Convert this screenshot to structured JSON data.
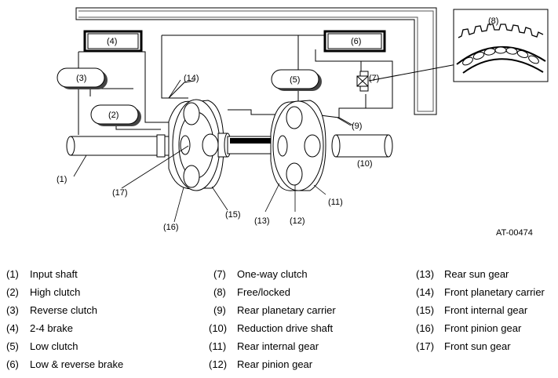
{
  "diagram": {
    "code": "AT-00474",
    "callouts": [
      "(1)",
      "(2)",
      "(3)",
      "(4)",
      "(5)",
      "(6)",
      "(7)",
      "(8)",
      "(9)",
      "(10)",
      "(11)",
      "(12)",
      "(13)",
      "(14)",
      "(15)",
      "(16)",
      "(17)"
    ]
  },
  "legend": [
    {
      "num": "(1)",
      "text": "Input shaft"
    },
    {
      "num": "(2)",
      "text": "High clutch"
    },
    {
      "num": "(3)",
      "text": "Reverse clutch"
    },
    {
      "num": "(4)",
      "text": "2-4 brake"
    },
    {
      "num": "(5)",
      "text": "Low clutch"
    },
    {
      "num": "(6)",
      "text": "Low & reverse brake"
    },
    {
      "num": "(7)",
      "text": "One-way clutch"
    },
    {
      "num": "(8)",
      "text": "Free/locked"
    },
    {
      "num": "(9)",
      "text": "Rear planetary carrier"
    },
    {
      "num": "(10)",
      "text": "Reduction drive shaft"
    },
    {
      "num": "(11)",
      "text": "Rear internal gear"
    },
    {
      "num": "(12)",
      "text": "Rear pinion gear"
    },
    {
      "num": "(13)",
      "text": "Rear sun gear"
    },
    {
      "num": "(14)",
      "text": "Front planetary carrier"
    },
    {
      "num": "(15)",
      "text": "Front internal gear"
    },
    {
      "num": "(16)",
      "text": "Front pinion gear"
    },
    {
      "num": "(17)",
      "text": "Front sun gear"
    }
  ]
}
